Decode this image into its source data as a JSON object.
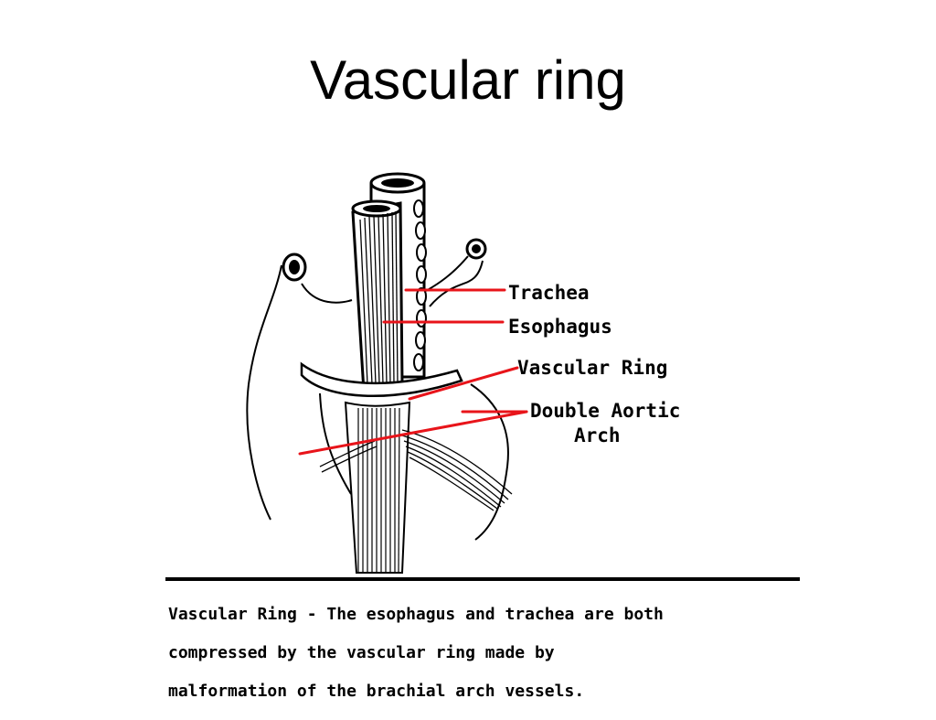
{
  "slide": {
    "title": "Vascular ring"
  },
  "diagram": {
    "labels": {
      "trachea": "Trachea",
      "esophagus": "Esophagus",
      "vascular_ring": "Vascular Ring",
      "double_aortic_arch_line1": "Double Aortic",
      "double_aortic_arch_line2": "Arch"
    },
    "leader_color": "#e8141a",
    "caption": {
      "line1": "Vascular Ring - The esophagus and trachea are both",
      "line2": "compressed by the vascular ring made by",
      "line3": "malformation of the brachial arch vessels."
    }
  }
}
